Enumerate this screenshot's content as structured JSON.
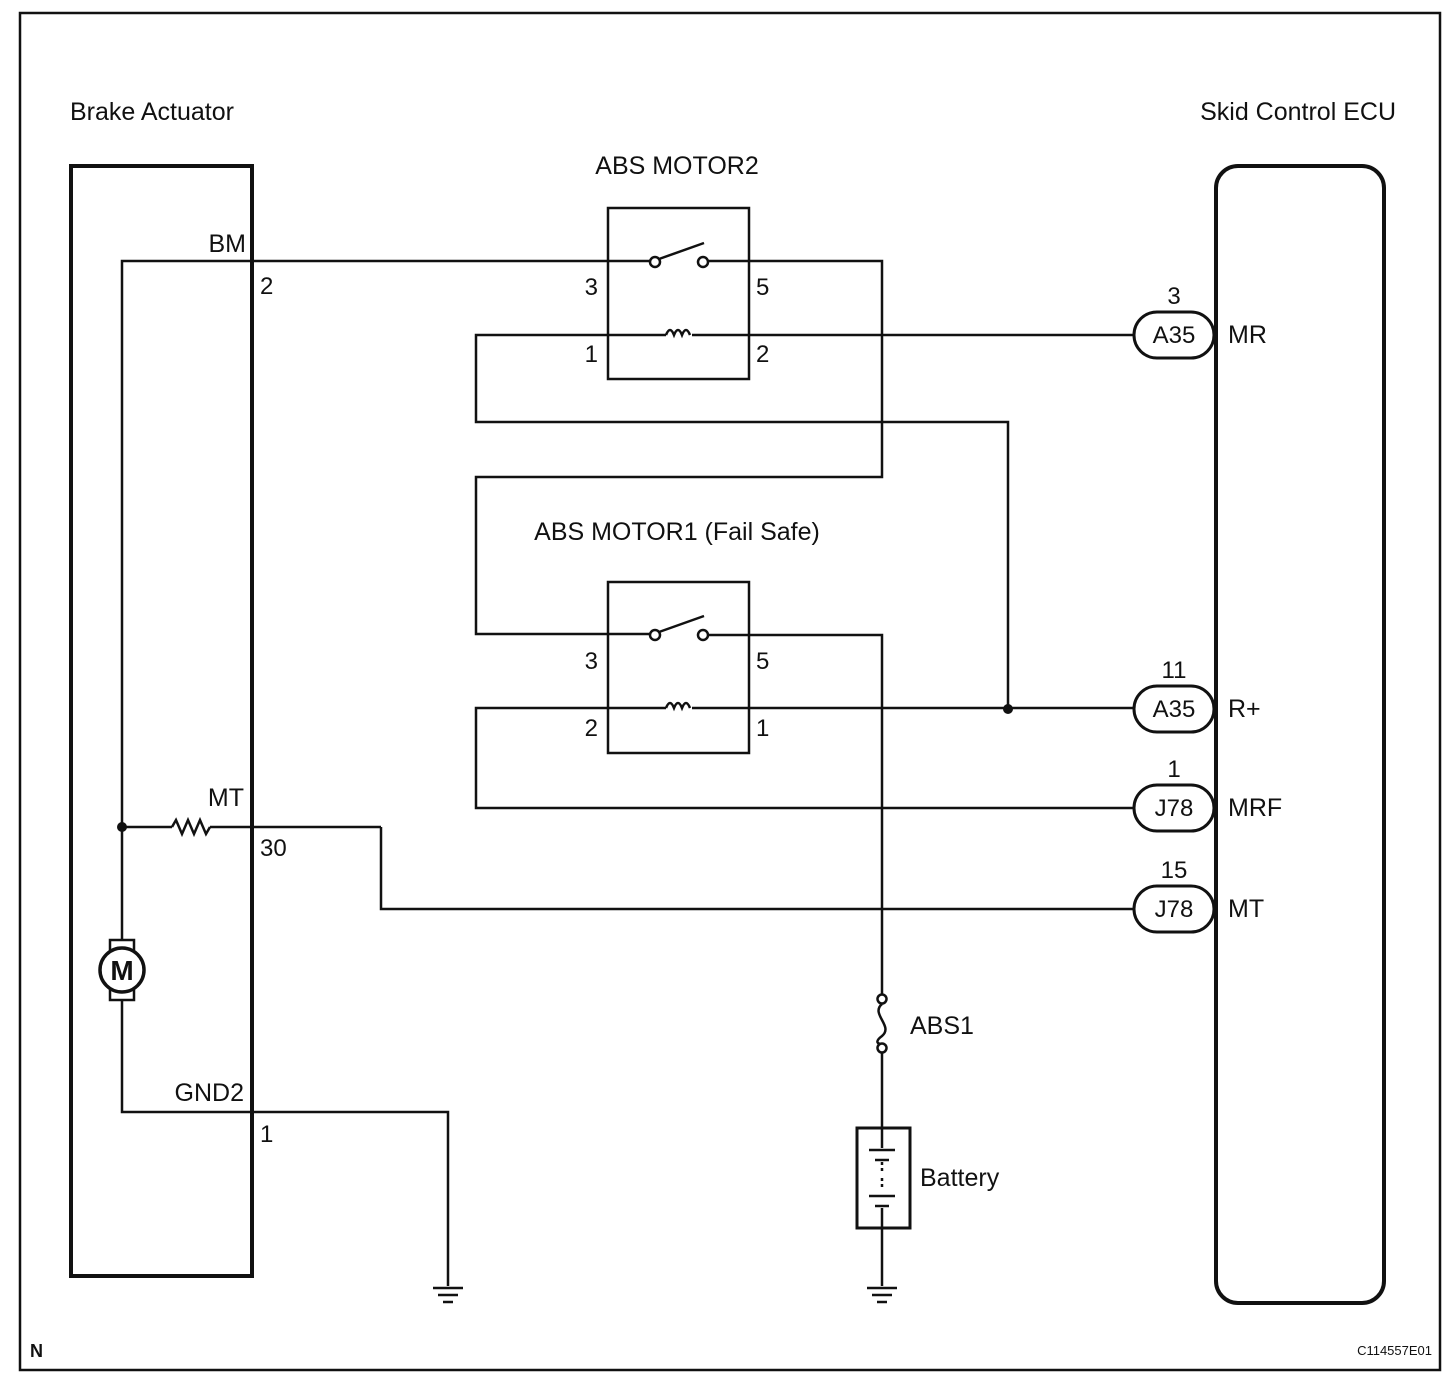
{
  "components": {
    "brake_actuator": "Brake Actuator",
    "skid_control_ecu": "Skid Control ECU",
    "relay_motor2": "ABS MOTOR2",
    "relay_motor1": "ABS MOTOR1 (Fail Safe)",
    "fuse": "ABS1",
    "battery": "Battery",
    "motor_symbol": "M"
  },
  "actuator_terminals": {
    "bm": "BM",
    "bm_pin": "2",
    "mt": "MT",
    "mt_pin": "30",
    "gnd2": "GND2",
    "gnd2_pin": "1"
  },
  "relay_pins": {
    "motor2": {
      "p3": "3",
      "p5": "5",
      "p1": "1",
      "p2": "2"
    },
    "motor1": {
      "p3": "3",
      "p5": "5",
      "p2": "2",
      "p1": "1"
    }
  },
  "ecu_connectors": [
    {
      "pin": "3",
      "connector": "A35",
      "signal": "MR"
    },
    {
      "pin": "11",
      "connector": "A35",
      "signal": "R+"
    },
    {
      "pin": "1",
      "connector": "J78",
      "signal": "MRF"
    },
    {
      "pin": "15",
      "connector": "J78",
      "signal": "MT"
    }
  ],
  "corner_letter": "N",
  "figure_code": "C114557E01",
  "icons": [
    "relay-switch-icon",
    "relay-coil-icon",
    "motor-icon",
    "resistor-icon",
    "fuse-icon",
    "battery-icon",
    "ground-icon"
  ]
}
